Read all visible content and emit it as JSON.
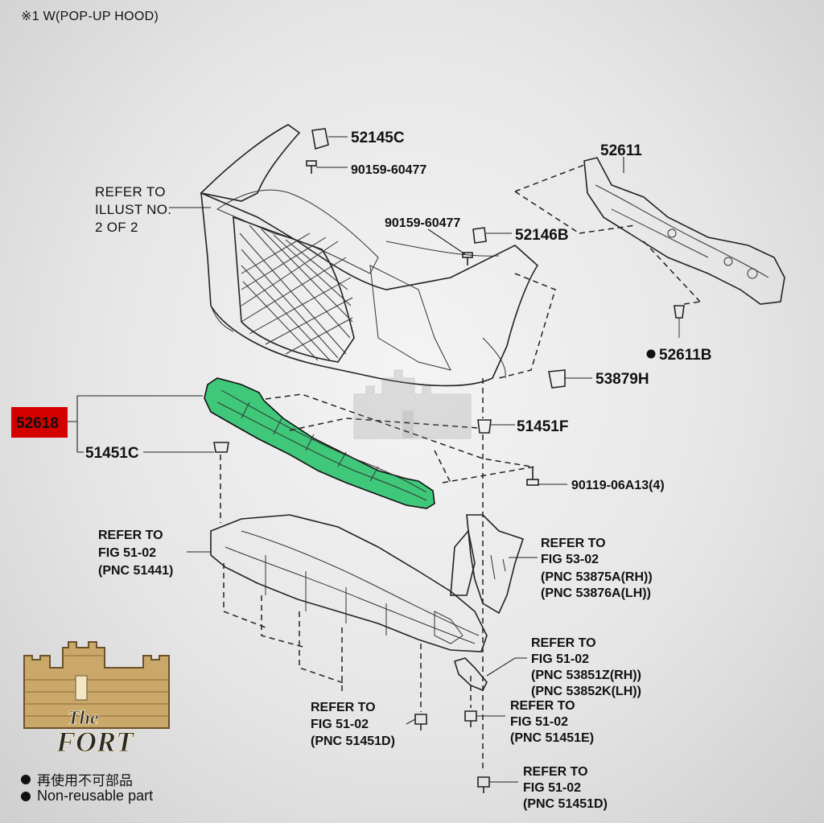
{
  "header_note": "※1 W(POP-UP HOOD)",
  "highlight": {
    "color": "#d40000",
    "part_color": "#3fc77a"
  },
  "labels": {
    "p52145C": "52145C",
    "p90159_a": "90159-60477",
    "refer_illust_1": "REFER TO",
    "refer_illust_2": "ILLUST NO.",
    "refer_illust_3": "2 OF 2",
    "p90159_b": "90159-60477",
    "p52146B": "52146B",
    "p52611": "52611",
    "p52611B": "52611B",
    "p53879H": "53879H",
    "p52618": "52618",
    "p51451F": "51451F",
    "p51451C": "51451C",
    "p90119": "90119-06A13(4)",
    "fig5102_a_1": "REFER TO",
    "fig5102_a_2": "FIG 51-02",
    "fig5102_a_3": "(PNC 51441)",
    "fig5302_1": "REFER TO",
    "fig5302_2": "FIG 53-02",
    "fig5302_3": "(PNC 53875A(RH))",
    "fig5302_4": "(PNC 53876A(LH))",
    "fig5102_b_1": "REFER TO",
    "fig5102_b_2": "FIG 51-02",
    "fig5102_b_3": "(PNC 53851Z(RH))",
    "fig5102_b_4": "(PNC 53852K(LH))",
    "fig5102_c_1": "REFER TO",
    "fig5102_c_2": "FIG 51-02",
    "fig5102_c_3": "(PNC 51451D)",
    "fig5102_d_1": "REFER TO",
    "fig5102_d_2": "FIG 51-02",
    "fig5102_d_3": "(PNC 51451E)",
    "fig5102_e_1": "REFER TO",
    "fig5102_e_2": "FIG 51-02",
    "fig5102_e_3": "(PNC 51451D)"
  },
  "logo": {
    "line1": "The",
    "line2": "FORT"
  },
  "legend": {
    "chinese": "再使用不可部品",
    "english": "Non-reusable part"
  }
}
